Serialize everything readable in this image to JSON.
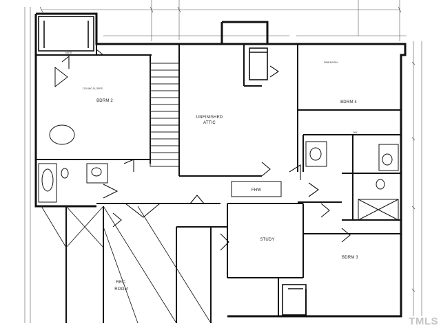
{
  "rooms": {
    "bdrm2": "BDRM 2",
    "bdrm4": "BDRM 4",
    "bdrm3": "BDRM 3",
    "attic": [
      "UNFINISHED",
      "ATTIC"
    ],
    "study": "STUDY",
    "rec": [
      "REC.",
      "ROOM"
    ],
    "fhw": "FHW"
  },
  "watermark": "TMLS"
}
